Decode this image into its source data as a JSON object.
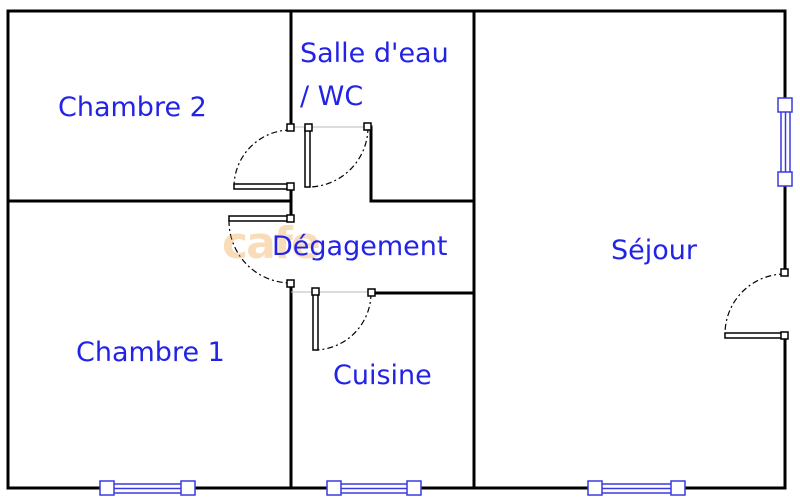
{
  "plan": {
    "rooms": [
      {
        "id": "chambre-2",
        "label": "Chambre 2"
      },
      {
        "id": "salle-deau",
        "label": "Salle d'eau",
        "label_line2": "/ WC"
      },
      {
        "id": "degagement",
        "label": "Dégagement"
      },
      {
        "id": "sejour",
        "label": "Séjour"
      },
      {
        "id": "chambre-1",
        "label": "Chambre 1"
      },
      {
        "id": "cuisine",
        "label": "Cuisine"
      }
    ],
    "watermark": "cafe",
    "colors": {
      "wall": "#000000",
      "label": "#2323e6",
      "window": "#3a3ae0",
      "door": "#000000",
      "watermark": "#f0a040"
    }
  }
}
